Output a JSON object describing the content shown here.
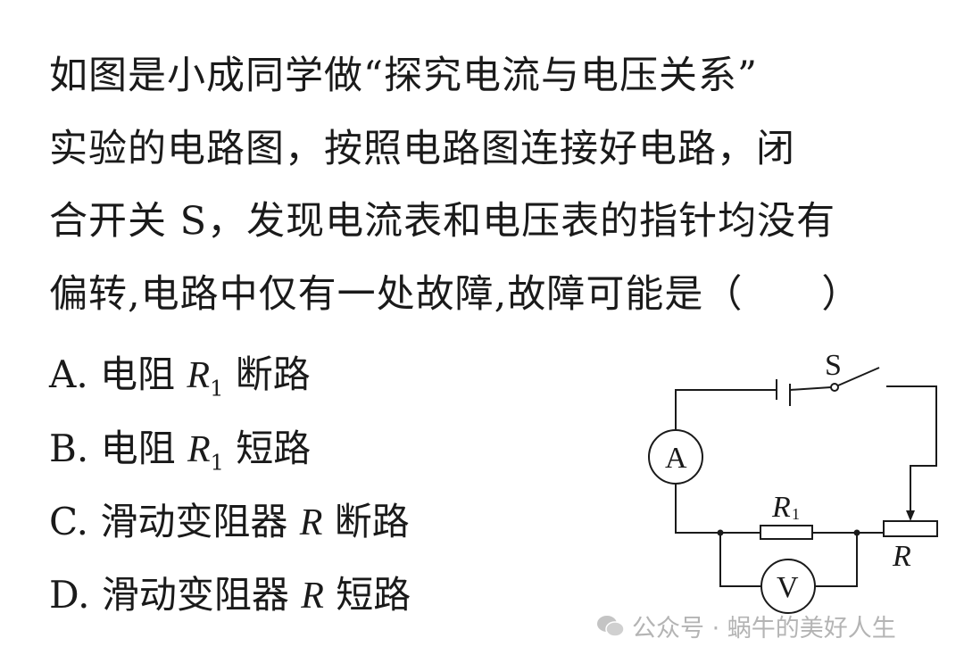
{
  "question": {
    "lines": [
      "如图是小成同学做“探究电流与电压关系”",
      "实验的电路图，按照电路图连接好电路，闭",
      "合开关 S，发现电流表和电压表的指针均没有",
      "偏转,电路中仅有一处故障,故障可能是（　　）"
    ]
  },
  "options": [
    {
      "letter": "A.",
      "pre": "电阻",
      "var": "R",
      "sub": "1",
      "post": "断路"
    },
    {
      "letter": "B.",
      "pre": "电阻",
      "var": "R",
      "sub": "1",
      "post": "短路"
    },
    {
      "letter": "C.",
      "pre": "滑动变阻器",
      "var": "R",
      "sub": "",
      "post": "断路"
    },
    {
      "letter": "D.",
      "pre": "滑动变阻器",
      "var": "R",
      "sub": "",
      "post": "短路"
    }
  ],
  "diagram": {
    "switch_label": "S",
    "ammeter_label": "A",
    "voltmeter_label": "V",
    "resistor_label": "R",
    "resistor_sub": "1",
    "rheostat_label": "R"
  },
  "watermark": "公众号 · 蜗牛的美好人生"
}
